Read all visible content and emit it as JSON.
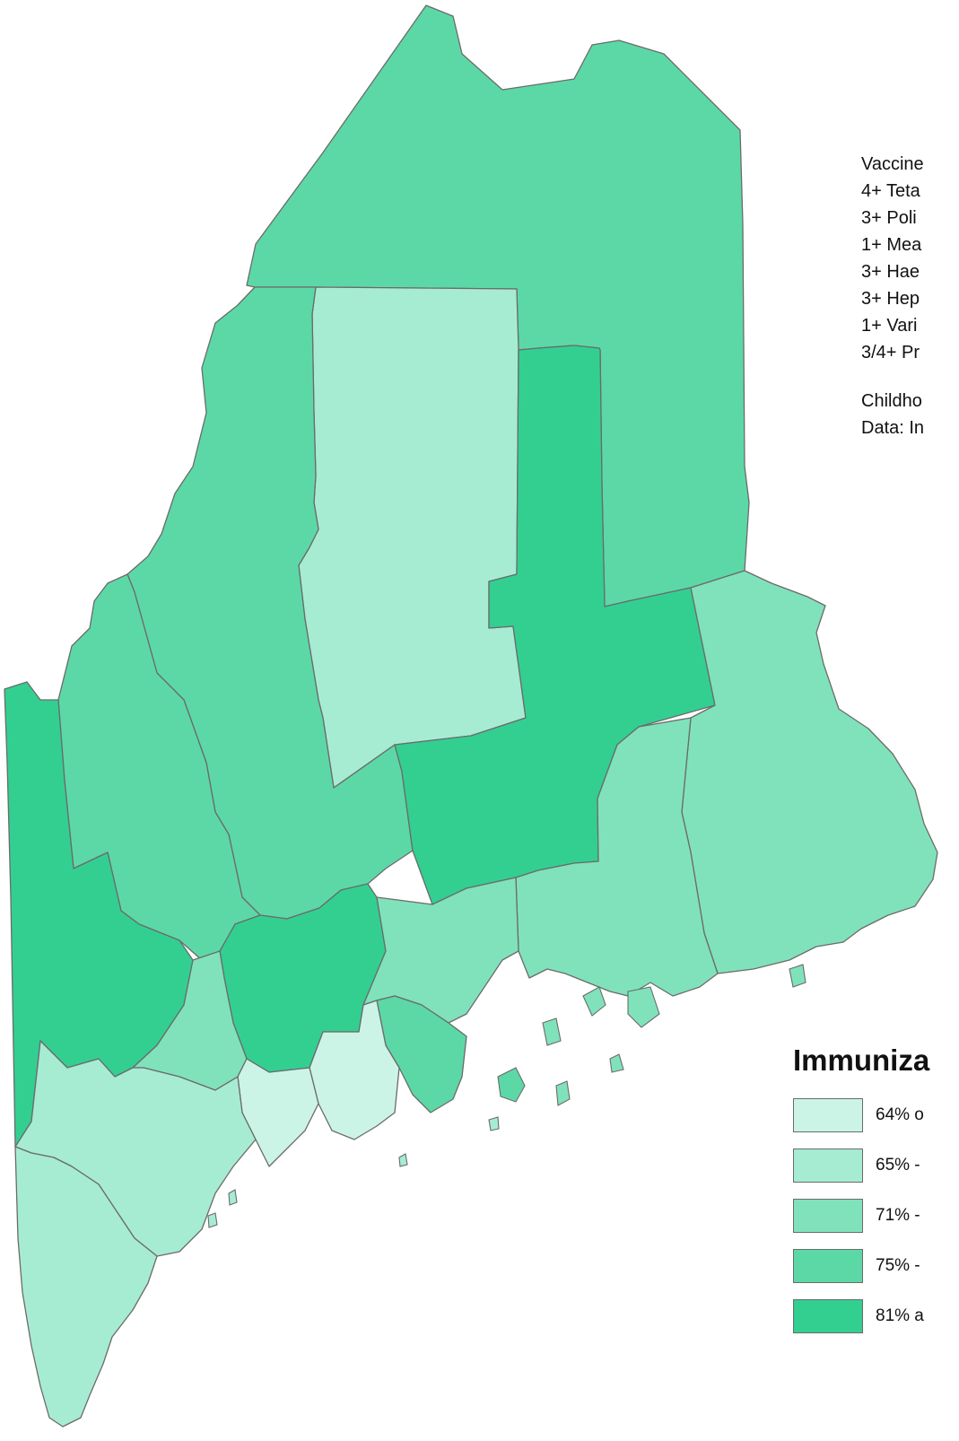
{
  "notes": {
    "lines": [
      "Vaccine",
      "4+ Teta",
      "3+ Poli",
      "1+ Mea",
      "3+ Hae",
      "3+ Hep",
      "1+ Vari",
      "3/4+ Pr"
    ],
    "footer": [
      "Childho",
      "Data: In"
    ]
  },
  "legend": {
    "title": "Immuniza",
    "items": [
      {
        "label": "64% o",
        "color": "#cbf4e7"
      },
      {
        "label": "65% -",
        "color": "#a6ecd3"
      },
      {
        "label": "71% -",
        "color": "#80e2bb"
      },
      {
        "label": "75% -",
        "color": "#5cd8a6"
      },
      {
        "label": "81% a",
        "color": "#33cf91"
      }
    ]
  },
  "map": {
    "county_classes": {
      "aroostook": 3,
      "piscataquis": 1,
      "somerset": 3,
      "penobscot": 4,
      "washington": 2,
      "hancock": 2,
      "franklin": 3,
      "oxford": 4,
      "waldo": 2,
      "kennebec": 4,
      "androscoggin": 2,
      "lincoln": 0,
      "sagadahoc": 0,
      "knox": 3,
      "cumberland": 1,
      "york": 1
    }
  }
}
